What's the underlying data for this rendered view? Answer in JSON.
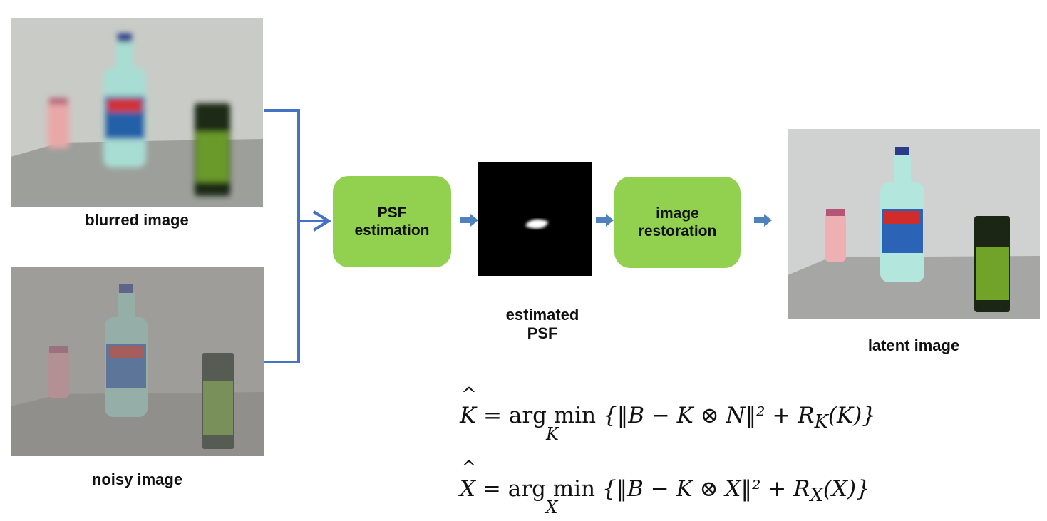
{
  "captions": {
    "blurred": "blurred image",
    "noisy": "noisy image",
    "estimated_psf": "estimated\nPSF",
    "latent": "latent image"
  },
  "stages": {
    "psf_estimation": "PSF\nestimation",
    "image_restoration": "image\nrestoration"
  },
  "equations": {
    "psf": {
      "lhs": "K",
      "hat_glyph": "^",
      "equals": " = ",
      "op": "arg min",
      "sub": "K",
      "body": "{‖B − K ⊗ N‖² + R",
      "reg_sub": "K",
      "reg_arg": "(K)}"
    },
    "latent": {
      "lhs": "X",
      "hat_glyph": "^",
      "equals": " = ",
      "op": "arg min",
      "sub": "X",
      "body": "{‖B − K ⊗ X‖² + R",
      "reg_sub": "X",
      "reg_arg": "(X)}"
    }
  },
  "colors": {
    "stage_fill": "#92d050",
    "connector": "#4472c4",
    "arrow": "#4f81bd",
    "psf_background": "#000000"
  }
}
